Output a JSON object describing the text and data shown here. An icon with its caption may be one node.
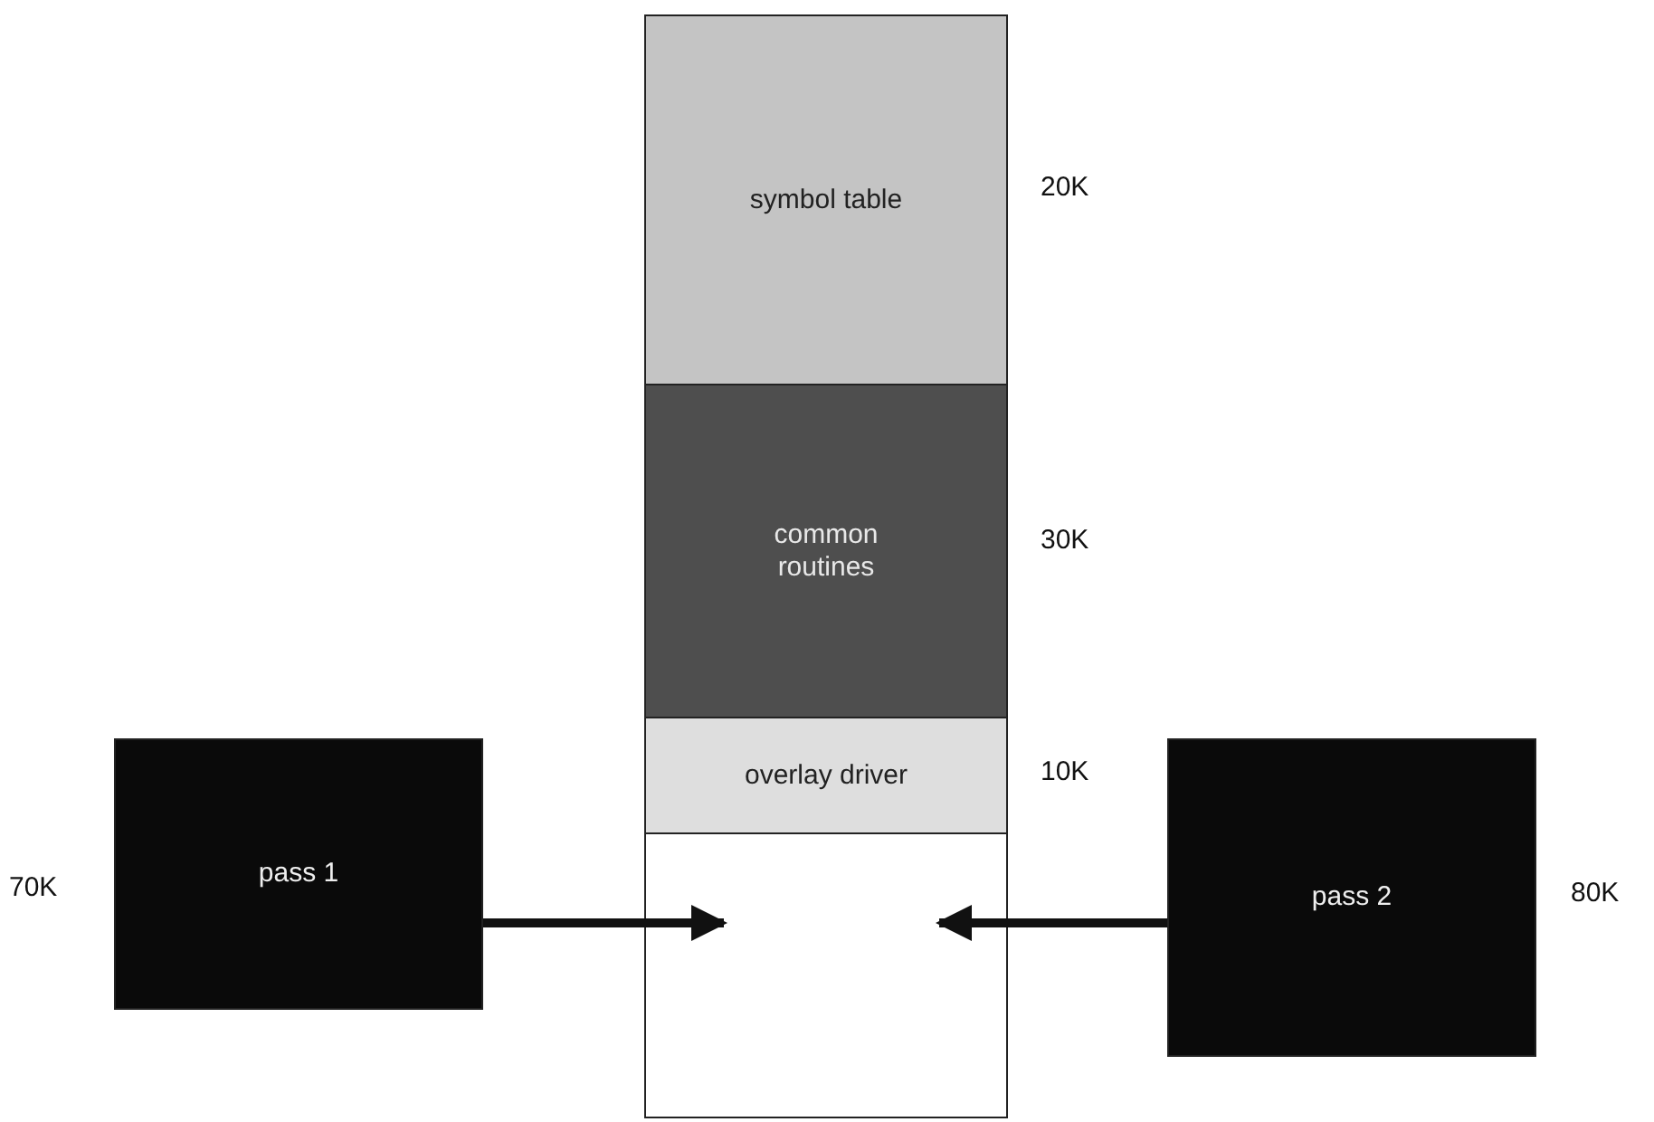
{
  "diagram": {
    "nodes": [
      {
        "text": [
          "symbol table"
        ],
        "beside": [
          "20K"
        ]
      },
      {
        "text": [
          "common routines"
        ],
        "beside": [
          "30K"
        ]
      },
      {
        "text": [
          "overlay driver"
        ],
        "beside": [
          "10K"
        ]
      },
      {
        "text": [],
        "shape": "box"
      },
      {
        "text": [
          "pass 1"
        ],
        "beside": [
          "70K"
        ]
      },
      {
        "text": [
          "pass 2"
        ],
        "beside": [
          "80K"
        ]
      }
    ],
    "edges": [
      {
        "from": 4,
        "to": 3,
        "arrow": "to"
      },
      {
        "from": 5,
        "to": 3,
        "arrow": "to"
      }
    ]
  }
}
